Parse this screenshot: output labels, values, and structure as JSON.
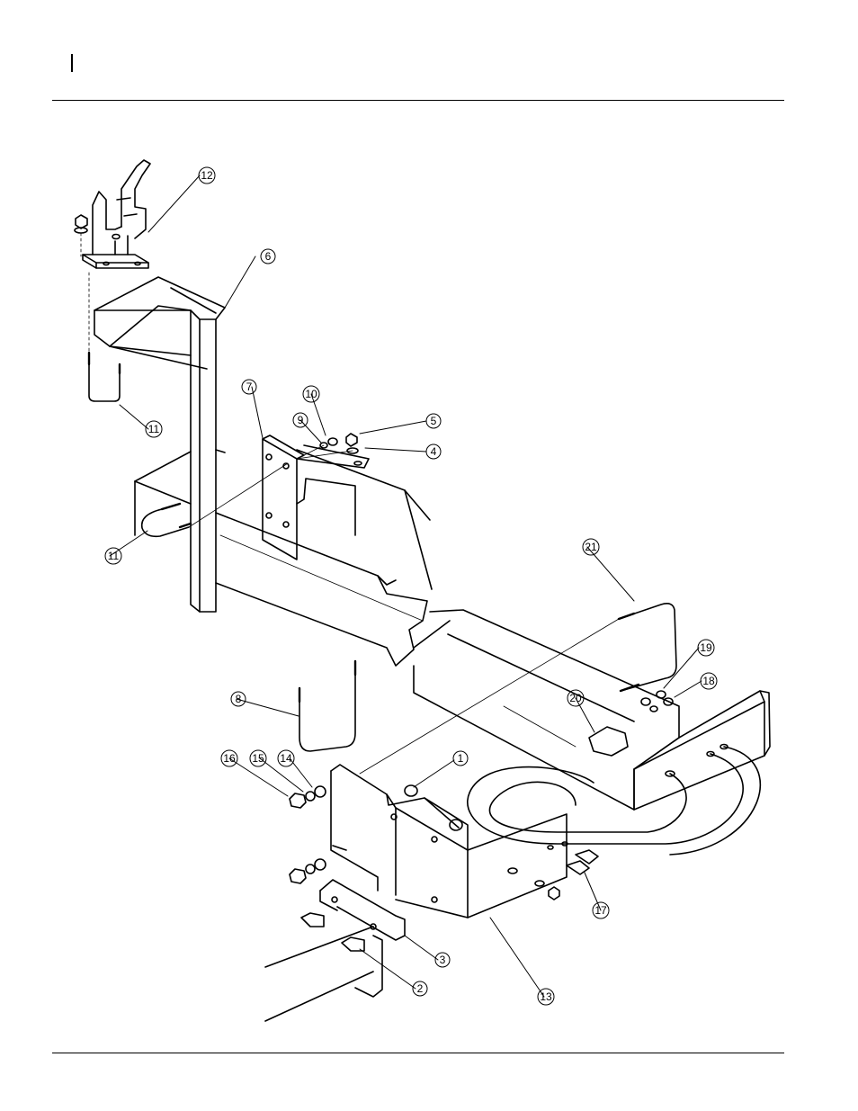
{
  "callouts": [
    {
      "label": "1"
    },
    {
      "label": "2"
    },
    {
      "label": "3"
    },
    {
      "label": "4"
    },
    {
      "label": "5"
    },
    {
      "label": "6"
    },
    {
      "label": "7"
    },
    {
      "label": "8"
    },
    {
      "label": "9"
    },
    {
      "label": "10"
    },
    {
      "label": "11"
    },
    {
      "label": "11"
    },
    {
      "label": "12"
    },
    {
      "label": "13"
    },
    {
      "label": "14"
    },
    {
      "label": "15"
    },
    {
      "label": "16"
    },
    {
      "label": "17"
    },
    {
      "label": "18"
    },
    {
      "label": "19"
    },
    {
      "label": "20"
    },
    {
      "label": "21"
    }
  ]
}
